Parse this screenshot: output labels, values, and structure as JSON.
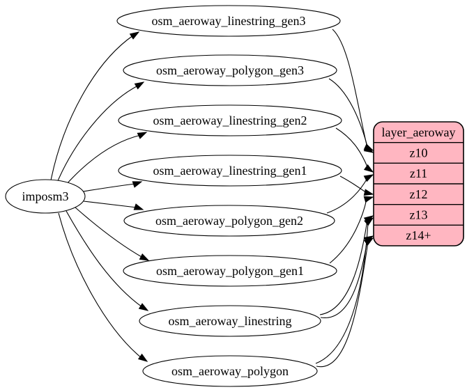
{
  "diagram": {
    "type": "graphviz-etl-graph",
    "colors": {
      "background": "#ffffff",
      "edge": "#000000",
      "node_stroke": "#000000",
      "node_fill": "#ffffff",
      "record_fill": "#ffb6c1",
      "text": "#000000"
    },
    "source": {
      "id": "imposm3",
      "label": "imposm3"
    },
    "tables": [
      {
        "id": "osm_aeroway_linestring_gen3",
        "label": "osm_aeroway_linestring_gen3"
      },
      {
        "id": "osm_aeroway_polygon_gen3",
        "label": "osm_aeroway_polygon_gen3"
      },
      {
        "id": "osm_aeroway_linestring_gen2",
        "label": "osm_aeroway_linestring_gen2"
      },
      {
        "id": "osm_aeroway_linestring_gen1",
        "label": "osm_aeroway_linestring_gen1"
      },
      {
        "id": "osm_aeroway_polygon_gen2",
        "label": "osm_aeroway_polygon_gen2"
      },
      {
        "id": "osm_aeroway_polygon_gen1",
        "label": "osm_aeroway_polygon_gen1"
      },
      {
        "id": "osm_aeroway_linestring",
        "label": "osm_aeroway_linestring"
      },
      {
        "id": "osm_aeroway_polygon",
        "label": "osm_aeroway_polygon"
      }
    ],
    "record": {
      "id": "layer_aeroway",
      "title": "layer_aeroway",
      "rows": [
        {
          "id": "z10",
          "label": "z10"
        },
        {
          "id": "z11",
          "label": "z11"
        },
        {
          "id": "z12",
          "label": "z12"
        },
        {
          "id": "z13",
          "label": "z13"
        },
        {
          "id": "z14",
          "label": "z14+"
        }
      ]
    },
    "edges": [
      {
        "from": "imposm3",
        "to": "osm_aeroway_linestring_gen3"
      },
      {
        "from": "imposm3",
        "to": "osm_aeroway_polygon_gen3"
      },
      {
        "from": "imposm3",
        "to": "osm_aeroway_linestring_gen2"
      },
      {
        "from": "imposm3",
        "to": "osm_aeroway_linestring_gen1"
      },
      {
        "from": "imposm3",
        "to": "osm_aeroway_polygon_gen2"
      },
      {
        "from": "imposm3",
        "to": "osm_aeroway_polygon_gen1"
      },
      {
        "from": "imposm3",
        "to": "osm_aeroway_linestring"
      },
      {
        "from": "imposm3",
        "to": "osm_aeroway_polygon"
      },
      {
        "from": "osm_aeroway_linestring_gen3",
        "to": "z10"
      },
      {
        "from": "osm_aeroway_polygon_gen3",
        "to": "z10"
      },
      {
        "from": "osm_aeroway_linestring_gen2",
        "to": "z11"
      },
      {
        "from": "osm_aeroway_polygon_gen2",
        "to": "z11"
      },
      {
        "from": "osm_aeroway_linestring_gen1",
        "to": "z12"
      },
      {
        "from": "osm_aeroway_polygon_gen1",
        "to": "z12"
      },
      {
        "from": "osm_aeroway_linestring",
        "to": "z13"
      },
      {
        "from": "osm_aeroway_polygon",
        "to": "z13"
      },
      {
        "from": "osm_aeroway_linestring",
        "to": "z14"
      },
      {
        "from": "osm_aeroway_polygon",
        "to": "z14"
      }
    ]
  }
}
